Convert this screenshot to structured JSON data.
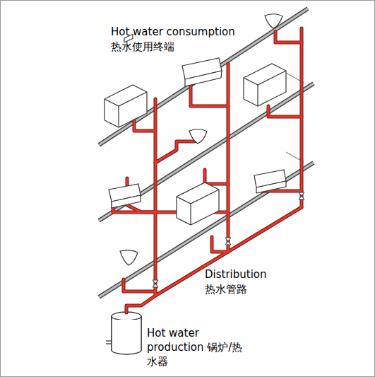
{
  "diagram": {
    "labels": [
      "Hot water consumption",
      "热水使用终端",
      "Distribution",
      "热水管路",
      "Hot water production",
      "锅炉/热水器"
    ]
  }
}
